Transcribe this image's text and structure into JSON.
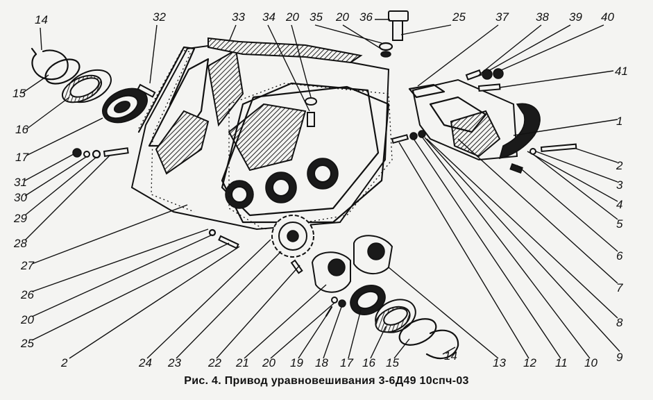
{
  "caption": "Рис. 4. Привод уравновешивания 3-6Д49 10спч-03",
  "callouts": [
    {
      "id": "c14a",
      "label": "14"
    },
    {
      "id": "c15a",
      "label": "15"
    },
    {
      "id": "c16a",
      "label": "16"
    },
    {
      "id": "c17a",
      "label": "17"
    },
    {
      "id": "c31",
      "label": "31"
    },
    {
      "id": "c30",
      "label": "30"
    },
    {
      "id": "c29",
      "label": "29"
    },
    {
      "id": "c28",
      "label": "28"
    },
    {
      "id": "c27",
      "label": "27"
    },
    {
      "id": "c26",
      "label": "26"
    },
    {
      "id": "c20a",
      "label": "20"
    },
    {
      "id": "c25a",
      "label": "25"
    },
    {
      "id": "c2a",
      "label": "2"
    },
    {
      "id": "c24",
      "label": "24"
    },
    {
      "id": "c23",
      "label": "23"
    },
    {
      "id": "c22",
      "label": "22"
    },
    {
      "id": "c21",
      "label": "21"
    },
    {
      "id": "c20b",
      "label": "20"
    },
    {
      "id": "c19",
      "label": "19"
    },
    {
      "id": "c18",
      "label": "18"
    },
    {
      "id": "c17b",
      "label": "17"
    },
    {
      "id": "c16b",
      "label": "16"
    },
    {
      "id": "c15b",
      "label": "15"
    },
    {
      "id": "c14b",
      "label": "14"
    },
    {
      "id": "c13",
      "label": "13"
    },
    {
      "id": "c12",
      "label": "12"
    },
    {
      "id": "c11",
      "label": "11"
    },
    {
      "id": "c10",
      "label": "10"
    },
    {
      "id": "c9",
      "label": "9"
    },
    {
      "id": "c8",
      "label": "8"
    },
    {
      "id": "c7",
      "label": "7"
    },
    {
      "id": "c6",
      "label": "6"
    },
    {
      "id": "c5",
      "label": "5"
    },
    {
      "id": "c4",
      "label": "4"
    },
    {
      "id": "c3",
      "label": "3"
    },
    {
      "id": "c2b",
      "label": "2"
    },
    {
      "id": "c1",
      "label": "1"
    },
    {
      "id": "c41",
      "label": "41"
    },
    {
      "id": "c40",
      "label": "40"
    },
    {
      "id": "c39",
      "label": "39"
    },
    {
      "id": "c38",
      "label": "38"
    },
    {
      "id": "c37",
      "label": "37"
    },
    {
      "id": "c25b",
      "label": "25"
    },
    {
      "id": "c36",
      "label": "36"
    },
    {
      "id": "c20c",
      "label": "20"
    },
    {
      "id": "c35",
      "label": "35"
    },
    {
      "id": "c20d",
      "label": "20"
    },
    {
      "id": "c34",
      "label": "34"
    },
    {
      "id": "c33",
      "label": "33"
    },
    {
      "id": "c32",
      "label": "32"
    }
  ]
}
